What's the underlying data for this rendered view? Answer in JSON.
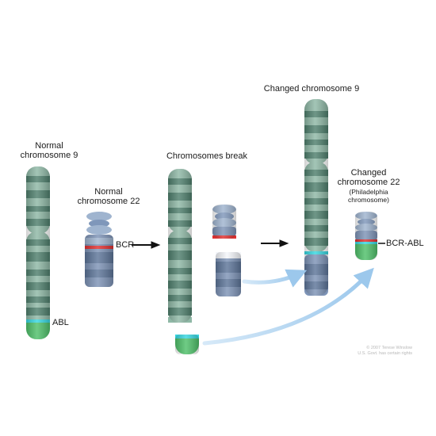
{
  "labels": {
    "normal_chr9": [
      "Normal",
      "chromosome 9"
    ],
    "normal_chr22": [
      "Normal",
      "chromosome 22"
    ],
    "break": "Chromosomes break",
    "changed_chr9": "Changed chromosome 9",
    "changed_chr22": [
      "Changed",
      "chromosome 22"
    ],
    "philadelphia": [
      "(Philadelphia",
      "chromosome)"
    ],
    "abl": "ABL",
    "bcr": "BCR",
    "bcr_abl": "BCR-ABL",
    "credit": [
      "© 2007 Terese Winslow",
      "U.S. Govt. has certain rights"
    ]
  },
  "colors": {
    "chr9_light": "#8fb8a6",
    "chr9_dark": "#4f7f6d",
    "chr22_light": "#9fb4cf",
    "chr22_dark": "#5d7599",
    "abl_green": "#4fc06a",
    "abl_band": "#38d6e0",
    "bcr_band": "#e03030",
    "arrow_blue": "#a9d0ef"
  }
}
